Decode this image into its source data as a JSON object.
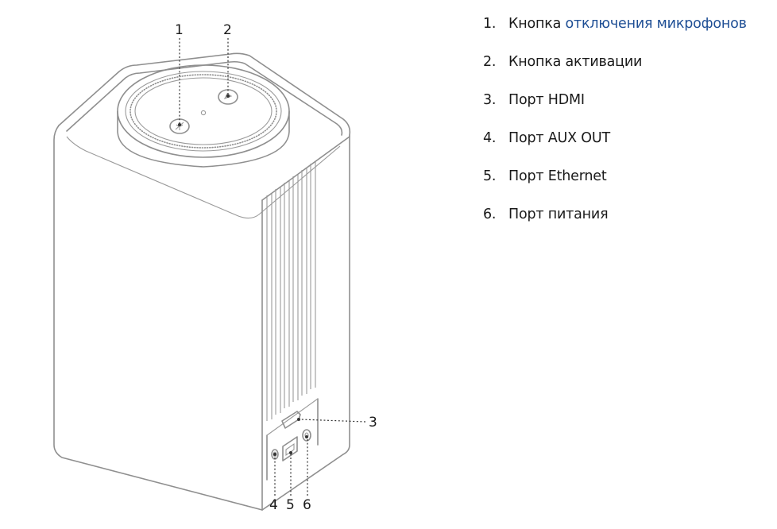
{
  "callouts": {
    "n1": "1",
    "n2": "2",
    "n3": "3",
    "n4": "4",
    "n5": "5",
    "n6": "6"
  },
  "legend": {
    "items": [
      {
        "number": "1.",
        "text": "Кнопка ",
        "link": "отключения микрофонов"
      },
      {
        "number": "2.",
        "text": "Кнопка активации"
      },
      {
        "number": "3.",
        "text": "Порт HDMI"
      },
      {
        "number": "4.",
        "text": "Порт AUX OUT"
      },
      {
        "number": "5.",
        "text": "Порт Ethernet"
      },
      {
        "number": "6.",
        "text": "Порт питания"
      }
    ]
  },
  "colors": {
    "outline": "#8f8f8f",
    "text": "#1a1a1a",
    "link": "#1f4f95"
  },
  "icons": {
    "mute_button": "microphone-off-icon",
    "activation_button": "alice-icon"
  }
}
